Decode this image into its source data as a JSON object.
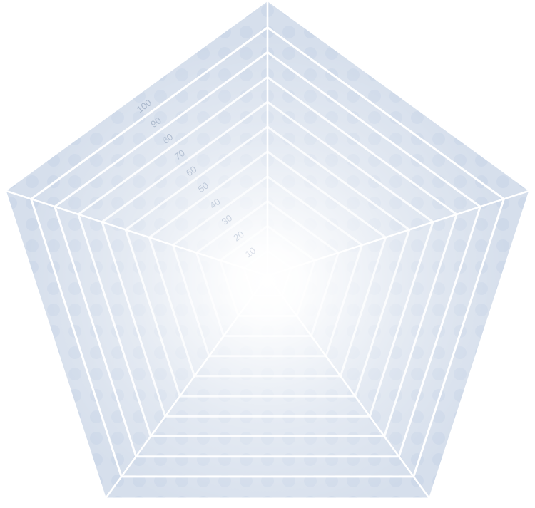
{
  "chart_data": {
    "type": "radar",
    "title": "",
    "axes_count": 5,
    "categories": [],
    "series": [],
    "radial_ticks": [
      "10",
      "20",
      "30",
      "40",
      "50",
      "60",
      "70",
      "80",
      "90",
      "100"
    ],
    "rlim": [
      0,
      100
    ],
    "grid": true,
    "legend": "none",
    "colors": {
      "band_outer": "#d6dfec",
      "band_center": "#ffffff",
      "grid_line": "#ffffff",
      "tick_label": "#aab8cc",
      "dot_pattern": "#c6d3e6"
    }
  }
}
